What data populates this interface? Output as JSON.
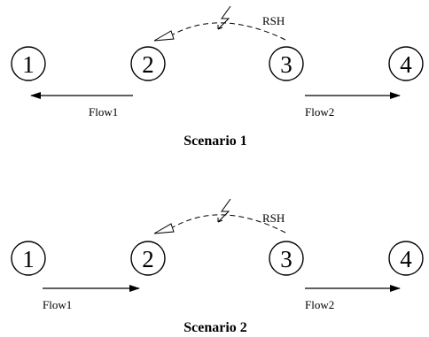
{
  "scenarios": [
    {
      "title": "Scenario 1",
      "nodes": [
        "1",
        "2",
        "3",
        "4"
      ],
      "rsh_label": "RSH",
      "flow1_label": "Flow1",
      "flow2_label": "Flow2",
      "flow1_direction": "toward node 1",
      "flow2_direction": "toward node 4"
    },
    {
      "title": "Scenario 2",
      "nodes": [
        "1",
        "2",
        "3",
        "4"
      ],
      "rsh_label": "RSH",
      "flow1_label": "Flow1",
      "flow2_label": "Flow2",
      "flow1_direction": "toward node 2",
      "flow2_direction": "toward node 4"
    }
  ]
}
